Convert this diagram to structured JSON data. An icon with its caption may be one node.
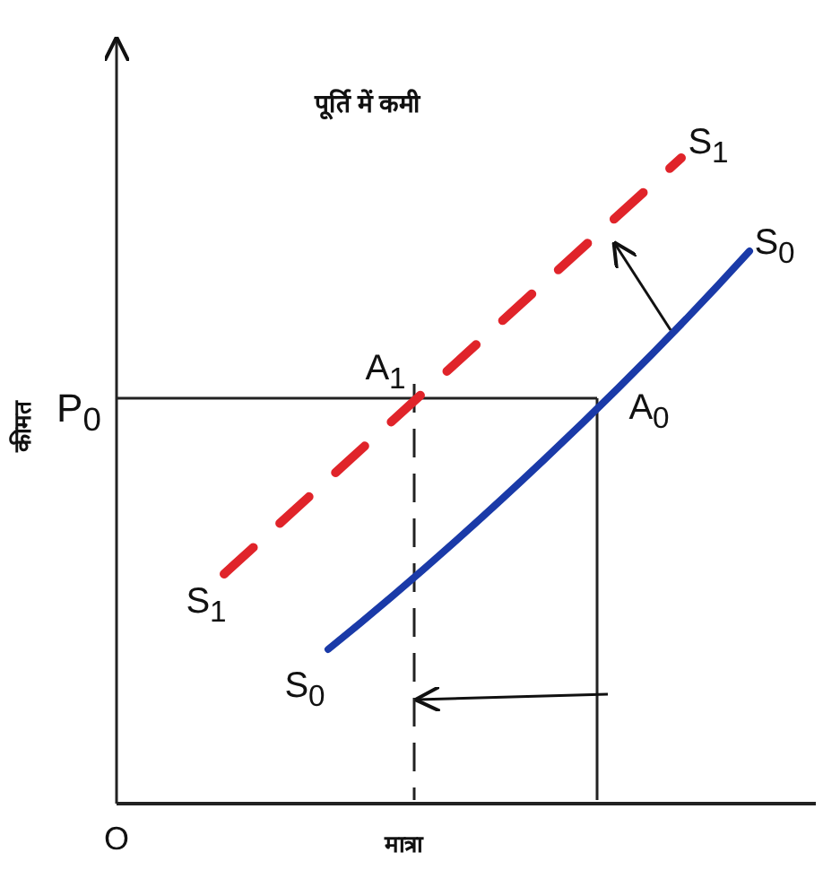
{
  "diagram": {
    "title": "पूर्ति में कमी",
    "labels": [
      "S$_{1}$",
      "S$_{0}$",
      "A$_{1}$",
      "P$_{0}$",
      "A$_{0}$",
      "S$_{1}$",
      "S$_{0}$",
      "O",
      "मात्रा",
      "कीमत"
    ]
  }
}
